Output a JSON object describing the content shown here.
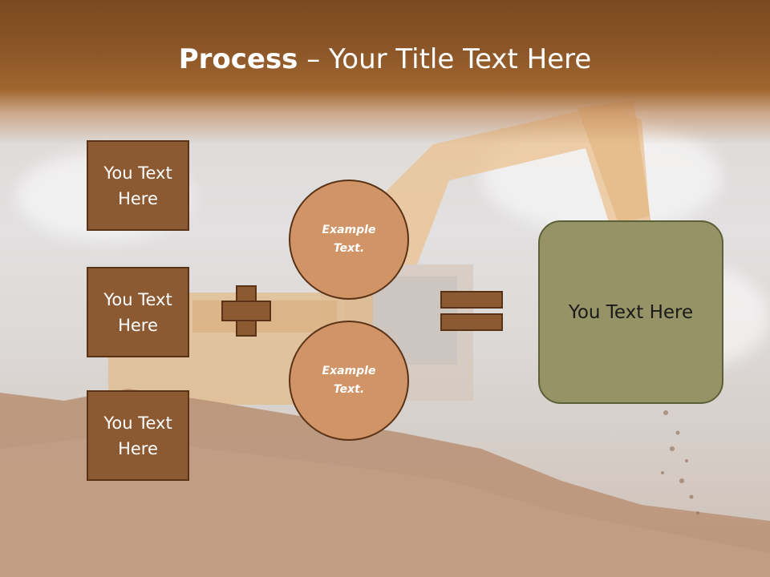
{
  "slide": {
    "title_bold": "Process",
    "title_rest": " – Your Title Text Here",
    "left_boxes": [
      {
        "line1": "You Text",
        "line2": "Here"
      },
      {
        "line1": "You Text",
        "line2": "Here"
      },
      {
        "line1": "You Text",
        "line2": "Here"
      }
    ],
    "circles": [
      {
        "text": "Example Text."
      },
      {
        "text": "Example Text."
      }
    ],
    "result": {
      "text": "You Text Here"
    }
  },
  "icons": {
    "plus": "plus-icon",
    "equals": "equals-icon"
  },
  "colors": {
    "header": "#8c5628",
    "box_fill": "#8c5a32",
    "box_border": "#5a3216",
    "circle_fill": "#d09466",
    "result_fill": "#969466"
  }
}
